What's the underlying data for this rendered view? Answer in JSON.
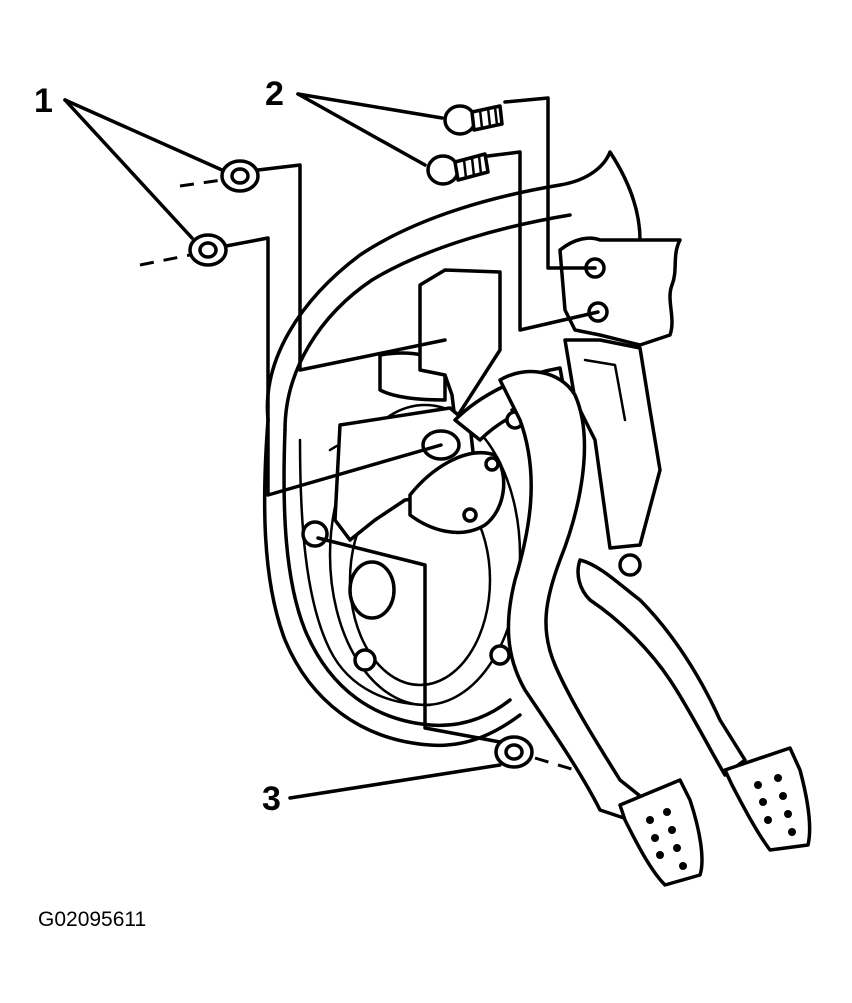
{
  "callouts": {
    "label_1": "1",
    "label_2": "2",
    "label_3": "3"
  },
  "figure_code": "G02095611",
  "parts": {
    "callout_1": "nut",
    "callout_2": "bolt",
    "callout_3": "nut"
  }
}
